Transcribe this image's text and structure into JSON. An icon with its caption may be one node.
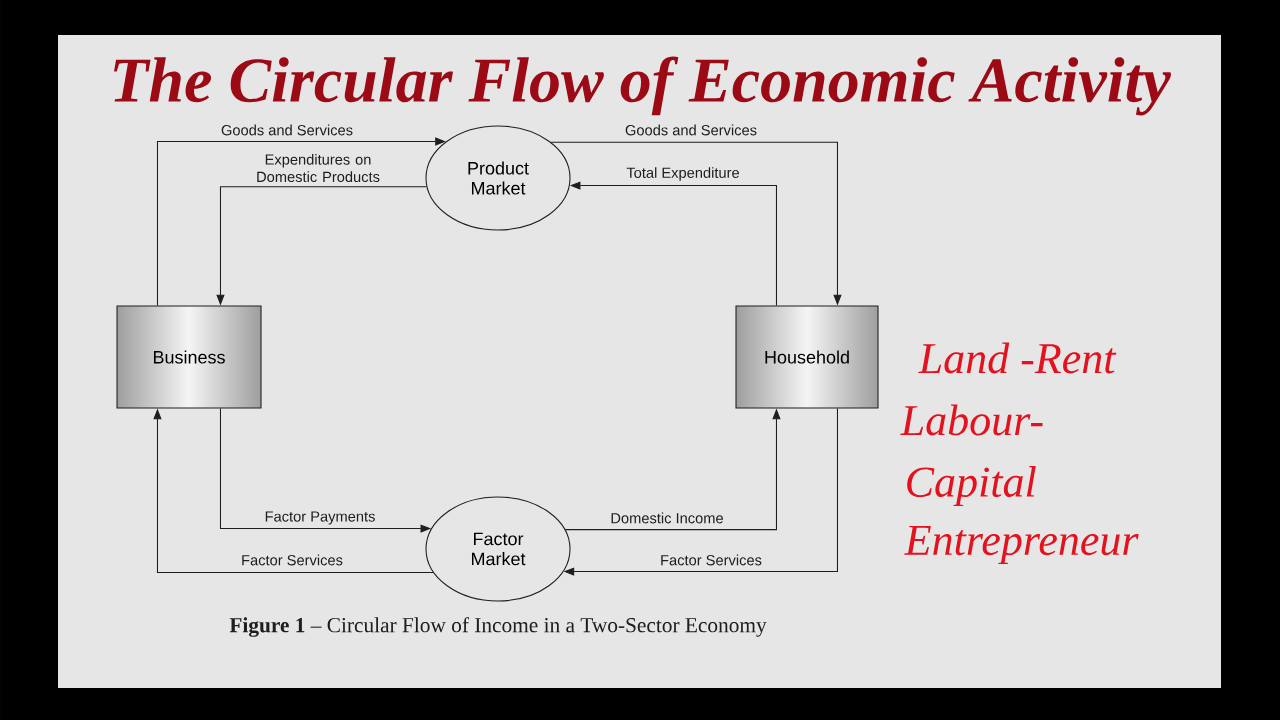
{
  "diagram": {
    "title": "The Circular Flow of Economic Activity",
    "caption": "**Figure 1** – Circular Flow of Income in a Two-Sector Economy",
    "nodes": [
      {
        "text": [
          "Product Market"
        ]
      },
      {
        "text": [
          "Business"
        ]
      },
      {
        "text": [
          "Household"
        ]
      },
      {
        "text": [
          "Factor Market"
        ]
      }
    ],
    "edges": [
      {
        "from": 1,
        "to": 0,
        "arrow": "to",
        "label": "Goods and Services"
      },
      {
        "from": 0,
        "to": 2,
        "arrow": "to",
        "label": "Goods and Services"
      },
      {
        "from": 0,
        "to": 1,
        "arrow": "to",
        "label": "Expenditures on Domestic Products"
      },
      {
        "from": 2,
        "to": 0,
        "arrow": "to",
        "label": "Total Expenditure"
      },
      {
        "from": 1,
        "to": 3,
        "arrow": "to",
        "label": "Factor Payments"
      },
      {
        "from": 3,
        "to": 2,
        "arrow": "to",
        "label": "Domestic Income"
      },
      {
        "from": 3,
        "to": 1,
        "arrow": "to",
        "label": "Factor Services"
      },
      {
        "from": 2,
        "to": 3,
        "arrow": "to",
        "label": "Factor Services"
      }
    ],
    "labels": [
      "Land -Rent",
      "Labour-",
      "Capital",
      "Entrepreneur"
    ]
  }
}
